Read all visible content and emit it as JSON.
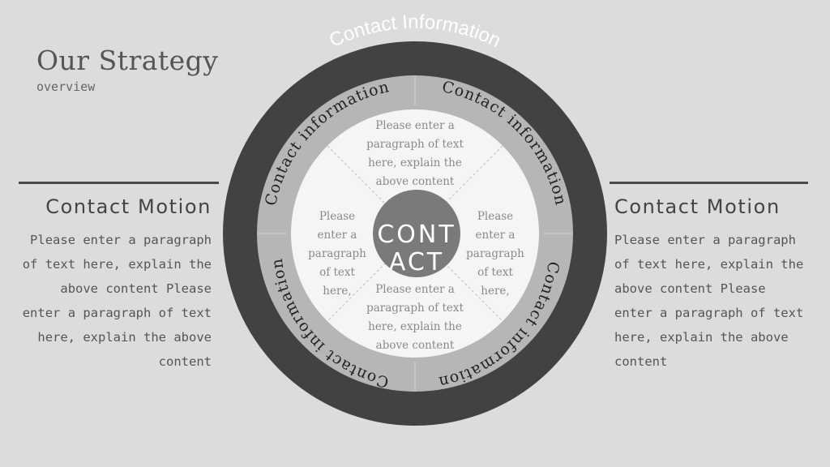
{
  "header": {
    "title": "Our Strategy",
    "subtitle": "overview"
  },
  "left_panel": {
    "heading": "Contact Motion",
    "lines": [
      "Please enter a paragraph",
      "of text here, explain the",
      "above content Please",
      "enter a paragraph of text",
      "here, explain the above",
      "content"
    ]
  },
  "right_panel": {
    "heading": "Contact Motion",
    "lines": [
      "Please enter a paragraph",
      "of text here, explain the",
      "above content Please",
      "enter a paragraph of text",
      "here, explain the above",
      "content"
    ]
  },
  "diagram": {
    "outer_label": "Contact Information",
    "ring_labels": [
      "Contact information",
      "Contact information",
      "Contact information",
      "Contact information"
    ],
    "wedges": {
      "top": [
        "Please enter a",
        "paragraph of text",
        "here, explain the",
        "above content"
      ],
      "bottom": [
        "Please enter a",
        "paragraph of text",
        "here, explain the",
        "above content"
      ],
      "left": [
        "Please",
        "enter a",
        "paragraph",
        "of text",
        "here,"
      ],
      "right": [
        "Please",
        "enter a",
        "paragraph",
        "of text",
        "here,"
      ]
    },
    "center": [
      "CONT",
      "ACT"
    ],
    "colors": {
      "outer_ring": "#424242",
      "middle_ring": "#b6b6b6",
      "inner_disc": "#f5f5f5",
      "center_circle": "#7a7a7a",
      "background": "#dcdcdc"
    }
  }
}
